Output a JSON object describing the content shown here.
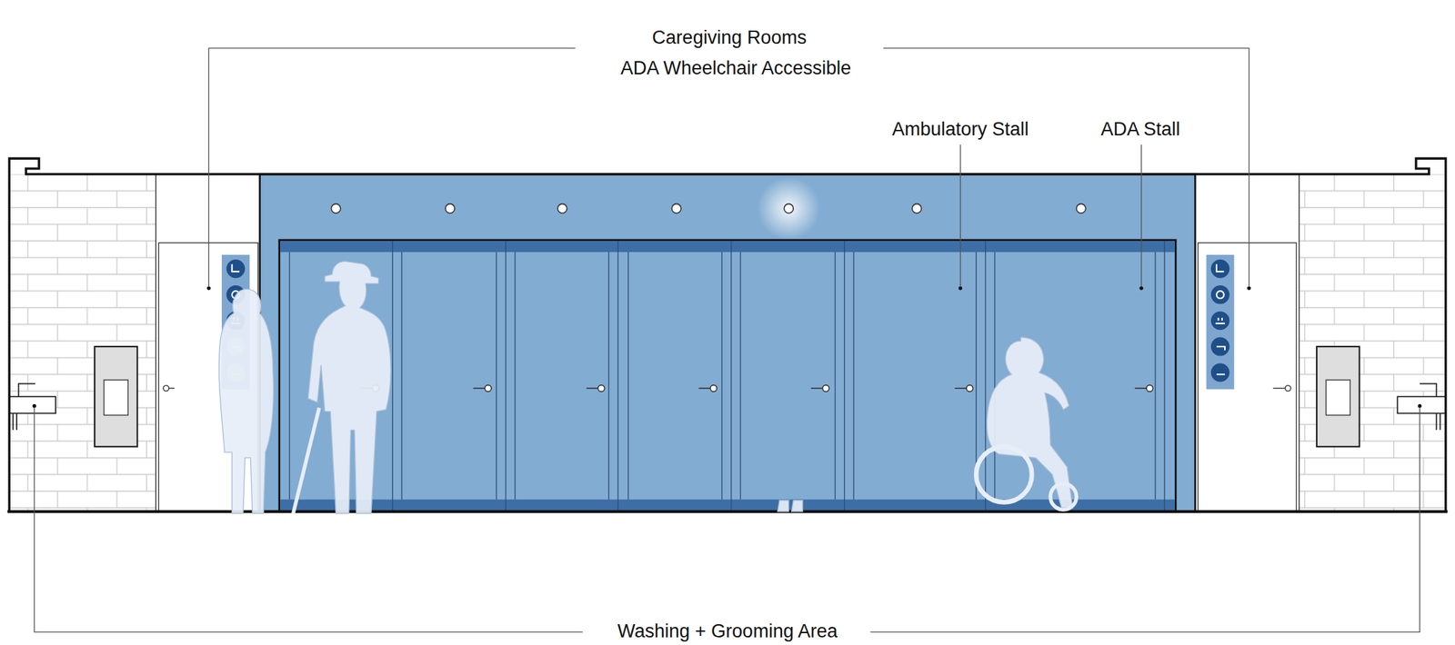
{
  "diagram": {
    "labels": [
      "Caregiving Rooms",
      "ADA Wheelchair Accessible",
      "Ambulatory Stall",
      "ADA Stall",
      "Washing + Grooming Area"
    ]
  }
}
